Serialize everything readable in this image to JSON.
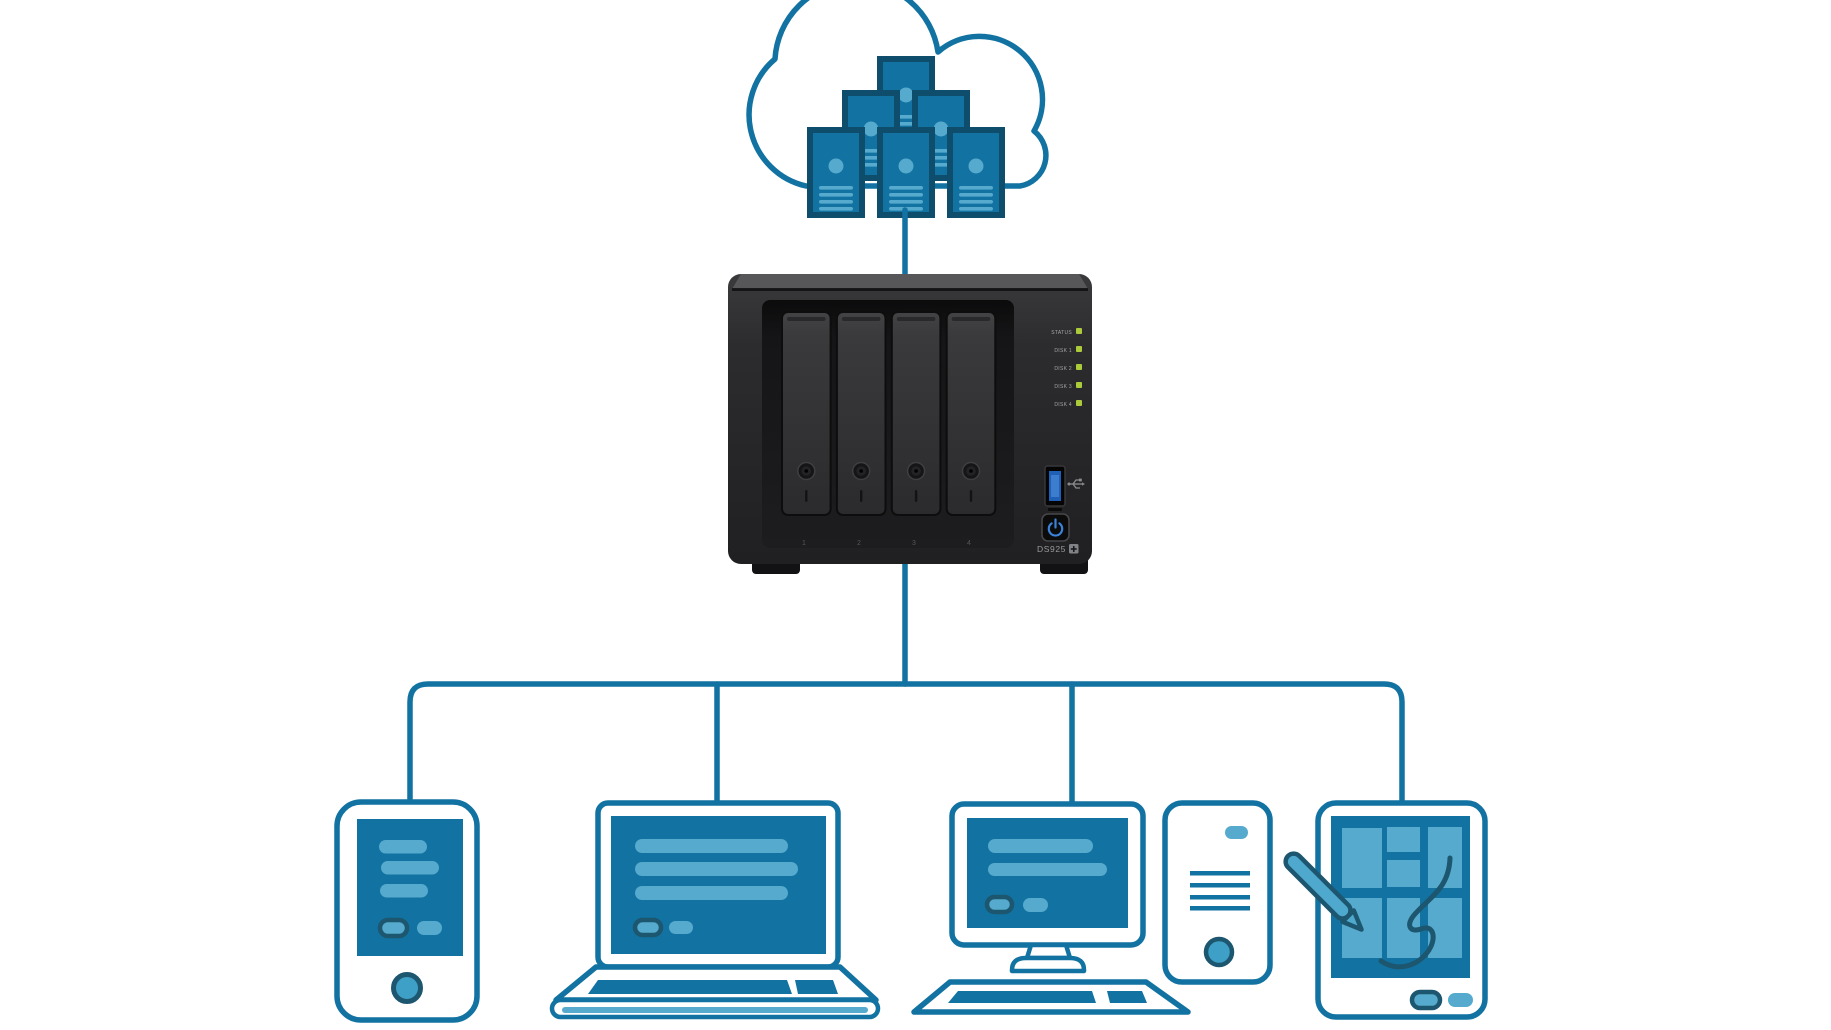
{
  "diagram_type": "network-topology-illustration",
  "palette": {
    "primary_blue": "#1272a1",
    "light_blue": "#55aacd",
    "dark_blue": "#1d566f",
    "server_border": "#0e4d6b",
    "nas_body": "#2c2c2e",
    "nas_recess": "#141416",
    "nas_tray": "#39393b",
    "led_green": "#abcb3a",
    "usb_blue": "#3d7dd0",
    "power_glyph_blue": "#3b82d8",
    "label_gray": "#a3a4a6",
    "background": "#ffffff"
  },
  "cloud": {
    "server_count": 6,
    "icon": "cloud-icon"
  },
  "nas": {
    "model": "DS925",
    "model_suffix": "+",
    "leds": [
      "STATUS",
      "DISK 1",
      "DISK 2",
      "DISK 3",
      "DISK 4"
    ],
    "bays": [
      "1",
      "2",
      "3",
      "4"
    ],
    "bay_count": 4
  },
  "devices": [
    {
      "type": "smartphone",
      "icon": "smartphone-icon"
    },
    {
      "type": "laptop",
      "icon": "laptop-icon"
    },
    {
      "type": "desktop-monitor-with-keyboard",
      "icon": "desktop-icon"
    },
    {
      "type": "tower-pc",
      "icon": "tower-pc-icon"
    },
    {
      "type": "tablet-with-stylus",
      "icon": "tablet-icon"
    }
  ],
  "icons": {
    "cloud": "cloud-icon",
    "server": "server-icon",
    "usb": "usb-icon",
    "power": "power-icon",
    "stylus": "stylus-icon"
  }
}
